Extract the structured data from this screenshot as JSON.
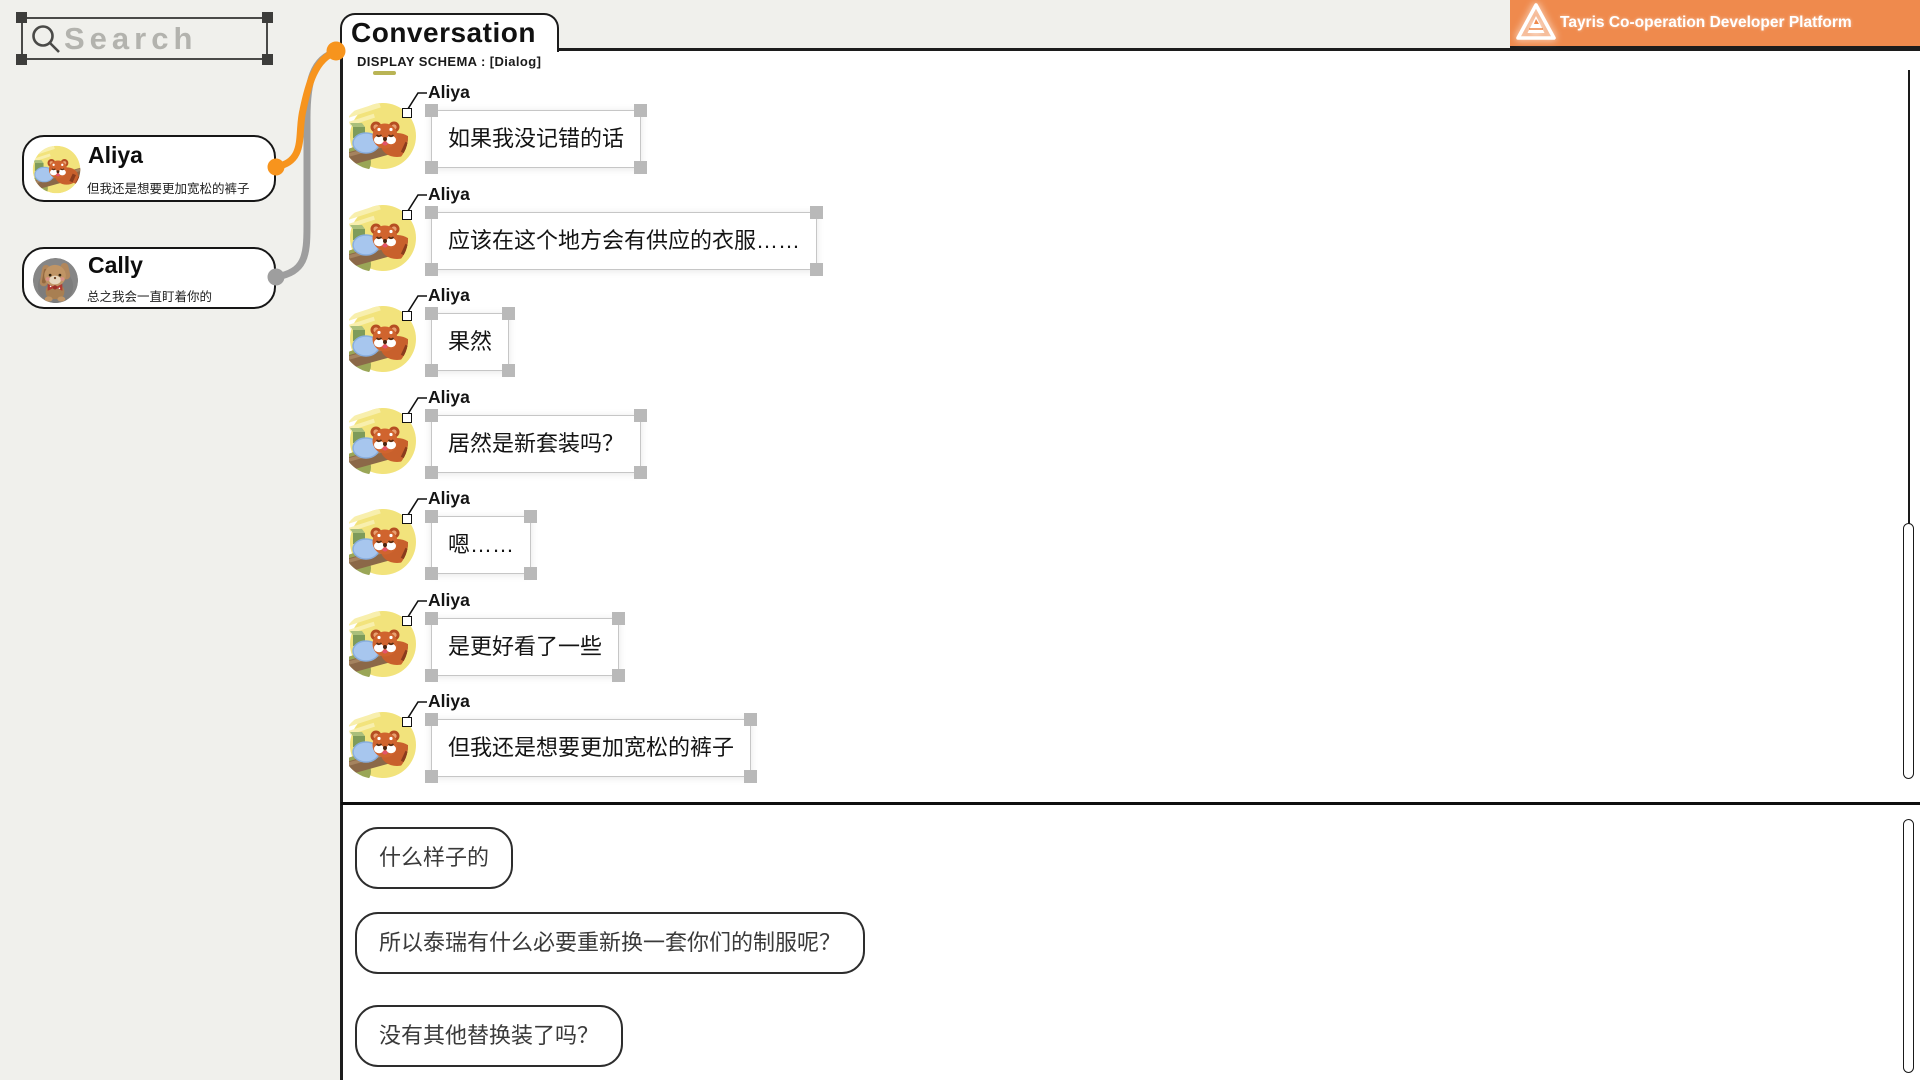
{
  "app": {
    "banner_title": "Tayris Co-operation Developer Platform"
  },
  "search": {
    "placeholder": "Search"
  },
  "contacts": [
    {
      "name": "Aliya",
      "preview": "但我还是想要更加宽松的裤子",
      "connector_color": "#F7941D"
    },
    {
      "name": "Cally",
      "preview": "总之我会一直盯着你的",
      "connector_color": "#9E9E9E"
    }
  ],
  "panel": {
    "tab_label": "Conversation",
    "schema_label": "DISPLAY SCHEMA : [Dialog]"
  },
  "messages": [
    {
      "speaker": "Aliya",
      "text": "如果我没记错的话"
    },
    {
      "speaker": "Aliya",
      "text": "应该在这个地方会有供应的衣服……"
    },
    {
      "speaker": "Aliya",
      "text": "果然"
    },
    {
      "speaker": "Aliya",
      "text": "居然是新套装吗？"
    },
    {
      "speaker": "Aliya",
      "text": "嗯……"
    },
    {
      "speaker": "Aliya",
      "text": "是更好看了一些"
    },
    {
      "speaker": "Aliya",
      "text": "但我还是想要更加宽松的裤子"
    }
  ],
  "options": [
    {
      "label": "什么样子的"
    },
    {
      "label": "所以泰瑞有什么必要重新换一套你们的制服呢？"
    },
    {
      "label": "没有其他替换装了吗？"
    }
  ],
  "colors": {
    "accent_orange": "#F7941D",
    "banner_orange": "#EF8A4D",
    "connector_gray": "#9E9E9E",
    "canvas_gray": "#F0F0EC"
  }
}
